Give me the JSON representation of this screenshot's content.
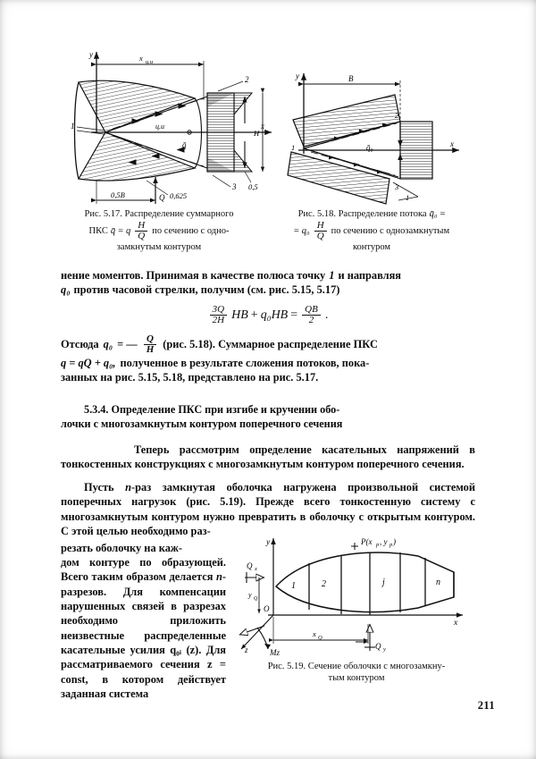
{
  "page": {
    "number": "211"
  },
  "figures": {
    "f517": {
      "caption_line1": "Рис. 5.17.  Распределение суммарного",
      "caption_line2_pre": "ПКС",
      "caption_line2_sym": "q̄",
      "caption_line2_eq": "=",
      "caption_line2_q": "q",
      "frac_num": "H",
      "frac_den": "Q",
      "caption_line2_post": "по  сечению  с  одно-",
      "caption_line3": "замкнутым  контуром",
      "labels": {
        "y_axis": "y",
        "x_axis": "x",
        "x_center": "xц.и",
        "center_mark": "ц.и",
        "q_bar": "q̄",
        "point_1": "1",
        "point_2": "2",
        "point_3": "3",
        "dim_05B": "0,5B",
        "force_Q": "Q",
        "val_0625": "0,625",
        "val_05": "0,5",
        "height_H": "H"
      }
    },
    "f518": {
      "caption_line1_pre": "Рис. 5.18.  Распределение потока",
      "caption_line1_sym": "q̄₀",
      "caption_line1_eq": "=",
      "caption_line2_eq": "=",
      "caption_line2_q": "q₀",
      "frac_num": "H",
      "frac_den": "Q",
      "caption_line2_post": "по сечению с однозамкнутым",
      "caption_line3": "контуром",
      "labels": {
        "y_axis": "y",
        "x_axis": "x",
        "width_B": "B",
        "q0_bar": "q̄₀",
        "point_1": "1",
        "point_2": "2",
        "point_3": "3",
        "point_1b": "1"
      }
    },
    "f519": {
      "caption_line1": "Рис. 5.19. Сечение оболочки с многозамкну-",
      "caption_line2": "тым контуром",
      "labels": {
        "y_axis": "y",
        "x_axis": "x",
        "z_axis": "z",
        "origin": "O",
        "load_point": "P(xp, yp)",
        "force_Qx": "Qx",
        "force_Qy": "Qy",
        "moment_Mz": "Mz",
        "dim_yQ": "yQ",
        "dim_xQ": "xQ",
        "cell_1": "1",
        "cell_2": "2",
        "cell_j": "j",
        "cell_n": "n"
      }
    }
  },
  "text": {
    "para1": "нение моментов. Принимая в качестве полюса точку <i>1</i> и направляя q₀ против часовой стрелки, получим (см. рис. 5.15, 5.17)",
    "para1_line1": "нение моментов. Принимая в качестве полюса точку",
    "para1_italic1": "1",
    "para1_line1b": "и направляя",
    "para1_line2_q": "q₀",
    "para1_line2": "против часовой стрелки, получим (см. рис. 5.15, 5.17)",
    "formula1": {
      "num1": "3Q",
      "den1": "2H",
      "term1": "HB",
      "plus": "+",
      "term2": "q₀HB",
      "eq": "=",
      "num2": "QB",
      "den2": "2",
      "period": "."
    },
    "para2_pre": "Отсюда",
    "para2_q0": "q₀",
    "para2_eq": "= —",
    "para2_num": "Q",
    "para2_den": "H",
    "para2_post": "(рис. 5.18). Суммарное распределение ПКС",
    "para2_line2_f": "q = qQ + q₀,",
    "para2_line2": "полученное в результате сложения потоков, пока-",
    "para2_line3": "занных на рис. 5.15, 5.18, представлено на рис. 5.17.",
    "heading_num": "5.3.4.",
    "heading_line1": "Определение  ПКС  при  изгибе  и  кручении обо-",
    "heading_line2": "лочки  с многозамкнутым контуром поперечного сечения",
    "para3": "Теперь рассмотрим определение касательных напряжений в тонкостенных конструкциях с многозамкнутым контуром поперечного сечения.",
    "para4": "Пусть <i>n</i>-раз замкнутая оболочка нагружена произвольной системой поперечных нагрузок (рис. 5.19). Прежде всего тонкостенную систему с многозамкнутым контуром нужно превратить в оболочку с открытым контуром. С этой целью необходимо раз-",
    "para4_tail": "резать оболочку на каж-",
    "para5": "дом контуре по образующей. Всего таким образом делается <i>n</i>-разрезов. Для компенсации нарушенных связей в разрезах необходимо приложить неизвестные  распределенные  касательные  усилия  q₀ᵢ (z). Для рассматриваемого сечения z = const, в котором действует заданная система"
  }
}
